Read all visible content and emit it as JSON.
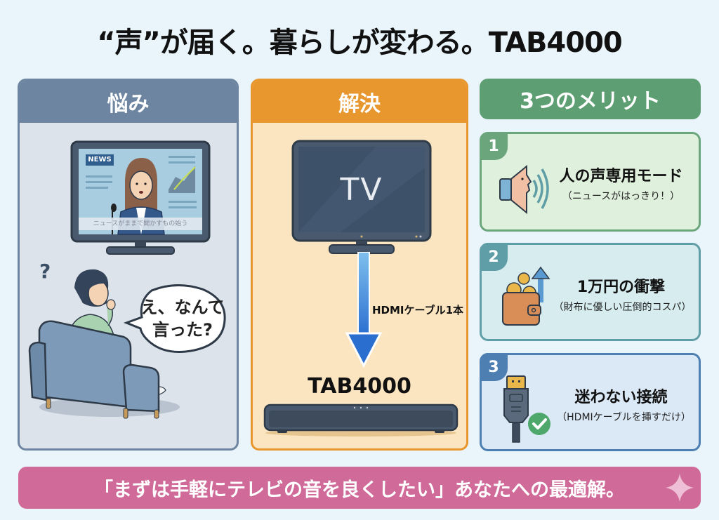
{
  "title": "“声”が届く。暮らしが変わる。TAB4000",
  "problem_panel": {
    "header": "悩み",
    "tv": {
      "badge": "NEWS",
      "caption": "ニュースがままで聞かすもの始う"
    },
    "question_mark": "?",
    "speech_bubble": {
      "line1": "え、なんて",
      "line2": "言った?"
    }
  },
  "solution_panel": {
    "header": "解決",
    "tv_label": "TV",
    "cable_label": "HDMIケーブル1本",
    "product_name": "TAB4000"
  },
  "merits": {
    "header": "3つのメリット",
    "items": [
      {
        "number": "1",
        "title": "人の声専用モード",
        "subtitle": "（ニュースがはっきり！）",
        "icon": "speaker-face-icon",
        "color": "#6ba57c"
      },
      {
        "number": "2",
        "title": "1万円の衝撃",
        "subtitle": "（財布に優しい圧倒的コスパ）",
        "icon": "wallet-coins-icon",
        "color": "#5f9ea7"
      },
      {
        "number": "3",
        "title": "迷わない接続",
        "subtitle": "（HDMIケーブルを挿すだけ）",
        "icon": "hdmi-check-icon",
        "color": "#4d7fb3"
      }
    ]
  },
  "banner": {
    "text": "「まずは手軽にテレビの音を良くしたい」あなたへの最適解。",
    "icon": "sparkle-icon"
  },
  "colors": {
    "background": "#eaf5fb",
    "problem": "#6d85a0",
    "solution": "#e8972f",
    "merits": "#5d9e72",
    "banner": "#d06a98"
  }
}
